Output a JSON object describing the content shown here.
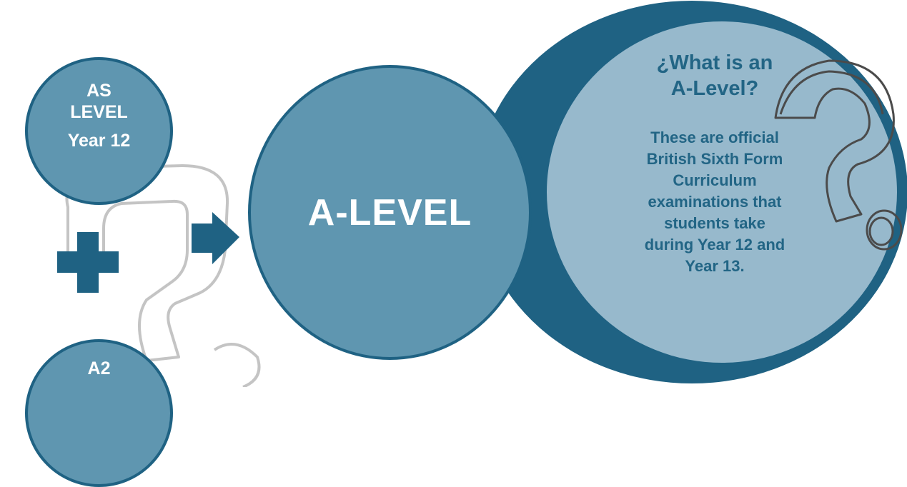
{
  "diagram": {
    "as_level": {
      "line1": "AS",
      "line2": "LEVEL",
      "year": "Year 12"
    },
    "a2_level": {
      "line1": "A2"
    },
    "main": {
      "label": "A-LEVEL"
    },
    "info": {
      "question_line1": "¿What is an",
      "question_line2": "A-Level?",
      "body_lines": [
        "These are official",
        "British Sixth Form",
        "Curriculum",
        "examinations that",
        "students take",
        "during Year 12 and",
        "Year 13."
      ]
    },
    "icons": [
      "plus-icon",
      "arrow-right-icon",
      "question-mark-icon"
    ],
    "colors": {
      "dark_blue": "#1f6283",
      "mid_blue": "#5f96b0",
      "light_blue": "#97b9cc"
    }
  }
}
